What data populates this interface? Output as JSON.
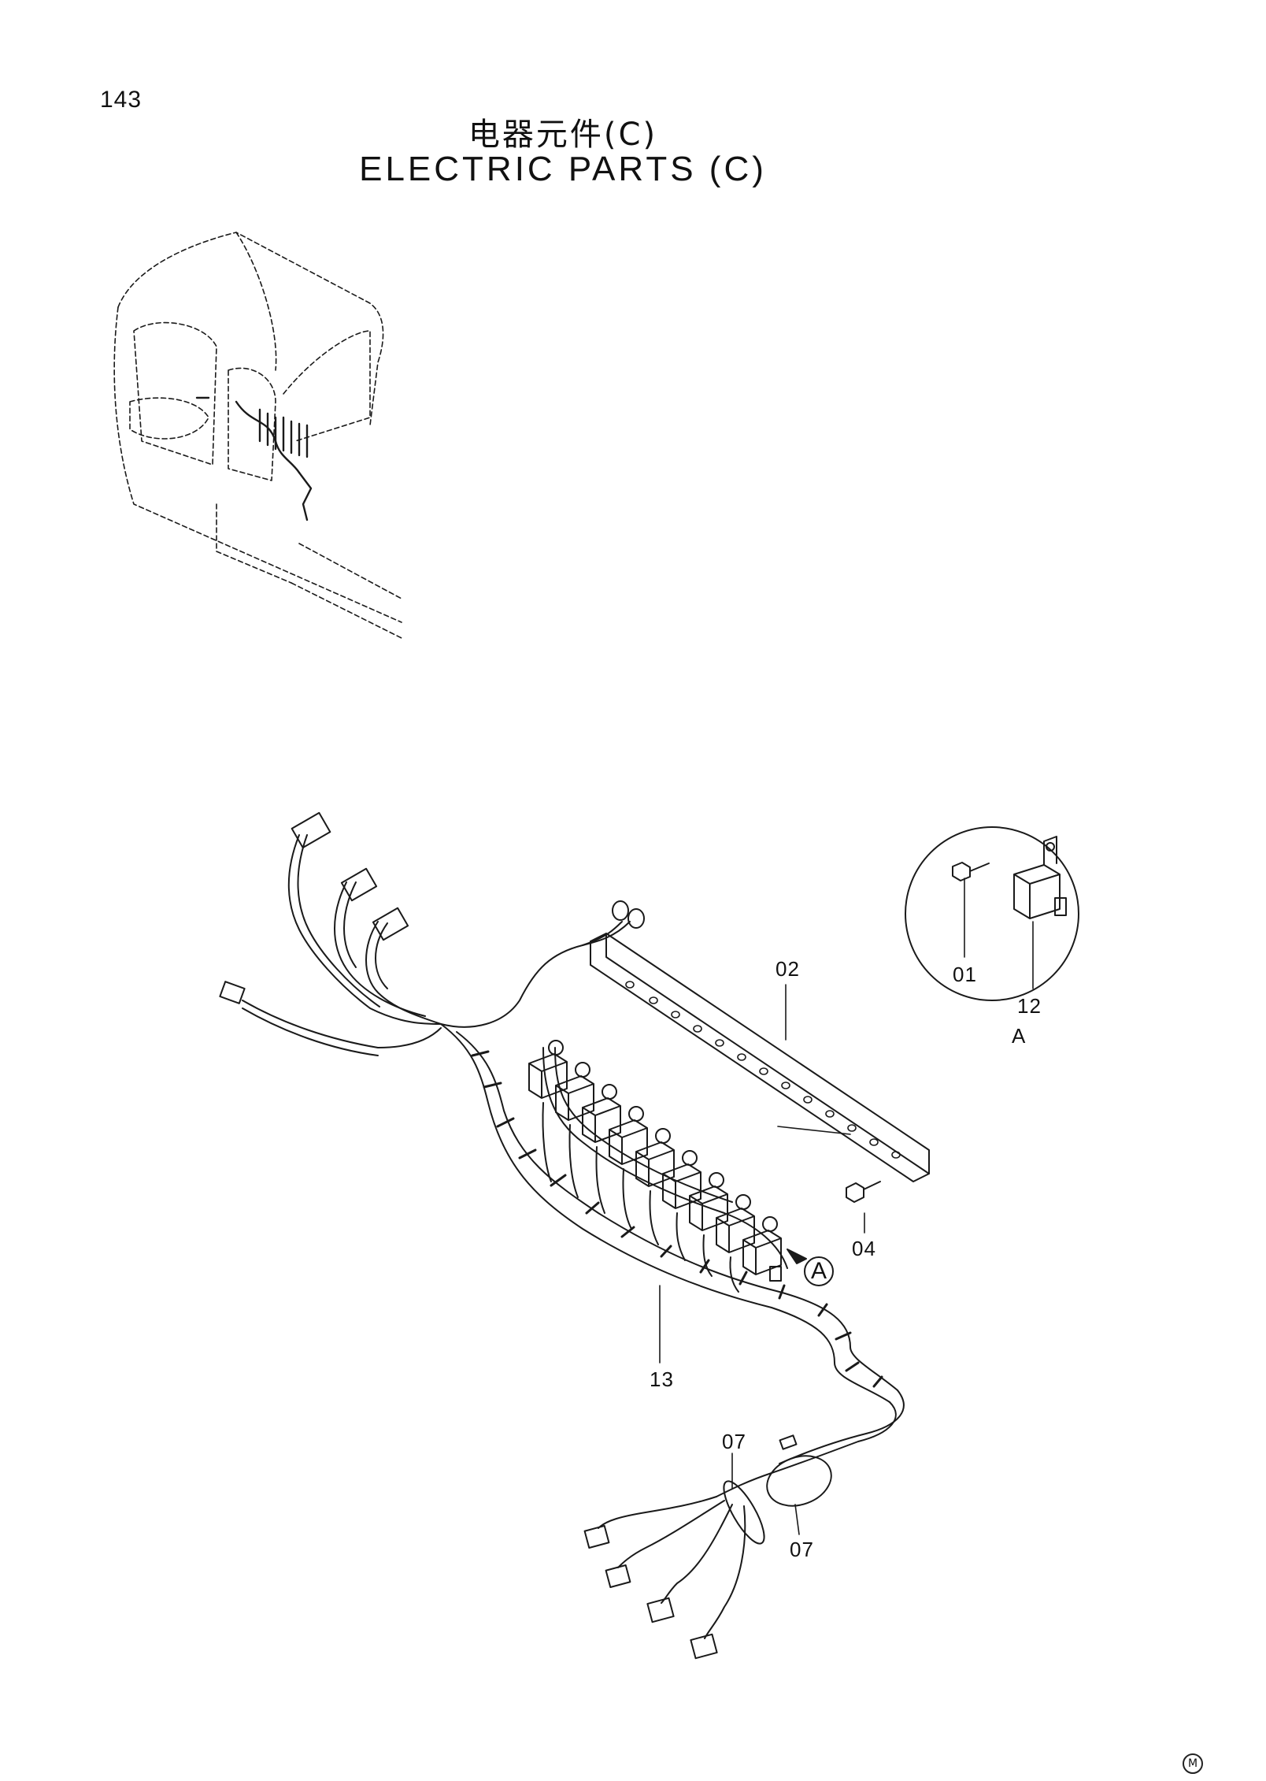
{
  "header": {
    "page_number": "143",
    "title_cn": "电器元件(C)",
    "title_en": "ELECTRIC PARTS (C)"
  },
  "callouts": {
    "part_01": "01",
    "part_02": "02",
    "part_04": "04",
    "part_07_top": "07",
    "part_07_bottom": "07",
    "part_12": "12",
    "part_13": "13",
    "detail_marker": "A",
    "detail_view_label": "A"
  },
  "footer": {
    "logo": "M"
  }
}
